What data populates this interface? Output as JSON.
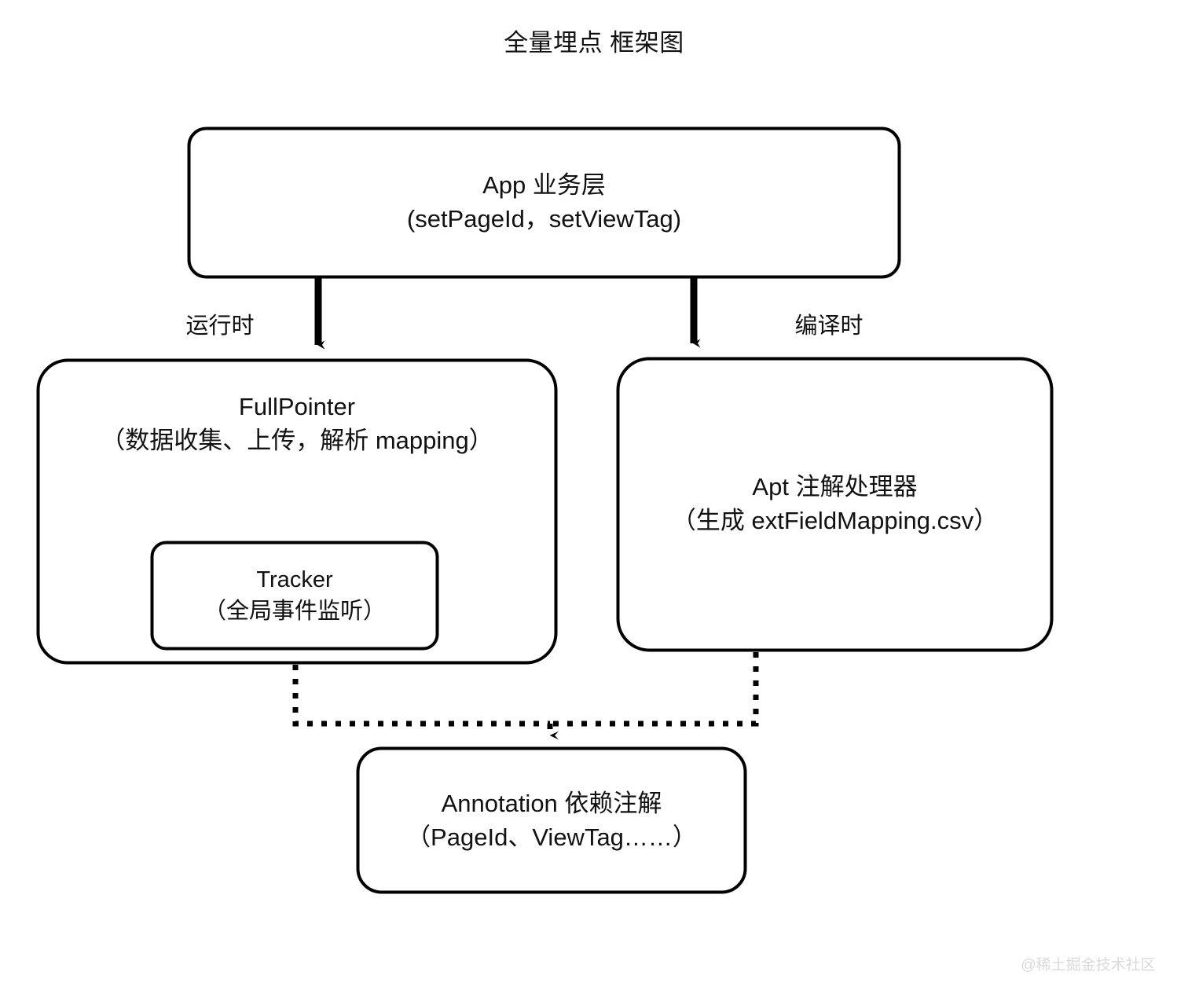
{
  "page": {
    "title": "全量埋点  框架图",
    "background_color": "#ffffff",
    "stroke_color": "#000000"
  },
  "nodes": {
    "app_layer": {
      "name": "App 业务层",
      "detail": "(setPageId，setViewTag)"
    },
    "full_pointer": {
      "name": "FullPointer",
      "detail": "（数据收集、上传，解析 mapping）"
    },
    "tracker": {
      "name": "Tracker",
      "detail": "（全局事件监听）"
    },
    "apt": {
      "name": "Apt  注解处理器",
      "detail": "（生成 extFieldMapping.csv）"
    },
    "annotation": {
      "name": "Annotation  依赖注解",
      "detail": "（PageId、ViewTag……）"
    }
  },
  "edges": {
    "runtime_label": "运行时",
    "compiletime_label": "编译时"
  },
  "watermark": {
    "text": "@稀土掘金技术社区",
    "color": "#d9d9d9"
  }
}
